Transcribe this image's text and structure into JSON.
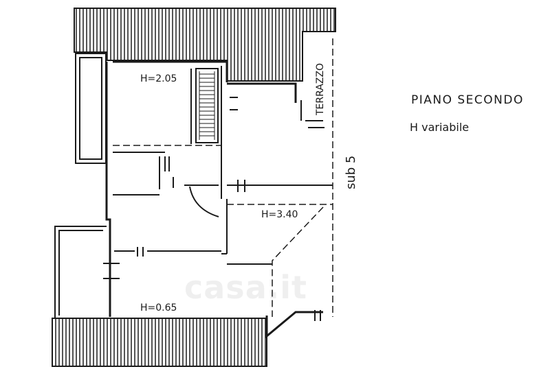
{
  "plan": {
    "title": "PIANO SECONDO",
    "subtitle": "H variabile",
    "labels": {
      "h_top": "H=2.05",
      "h_mid": "H=3.40",
      "h_bottom": "H=0.65",
      "terrazzo": "TERRAZZO",
      "sub": "sub 5"
    },
    "watermark": "casa.it"
  },
  "colors": {
    "ink": "#1a1a1a",
    "background": "#ffffff"
  }
}
